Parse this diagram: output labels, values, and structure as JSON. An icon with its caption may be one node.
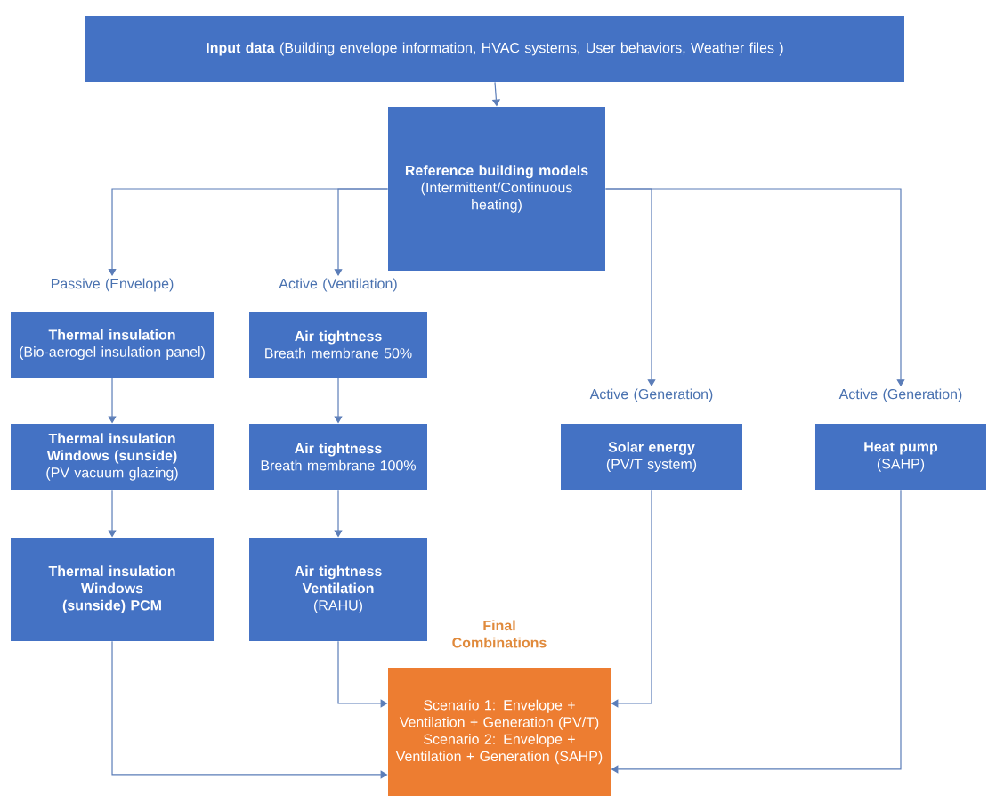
{
  "diagram": {
    "nodes": [
      {
        "text": [
          "**Input data** (Building envelope information, HVAC systems, User behaviors, Weather files )"
        ]
      },
      {
        "text": [
          "Reference building models",
          "(Intermittent/Continuous heating)"
        ]
      },
      {
        "text": [
          "Passive (Envelope)",
          "Thermal insulation",
          "(Bio-aerogel insulation panel)"
        ]
      },
      {
        "text": [
          "Active (Ventilation)",
          "Air tightness",
          "Breath membrane 50%"
        ]
      },
      {
        "text": [
          "Thermal insulation Windows (sunside)",
          "(PV vacuum glazing)"
        ]
      },
      {
        "text": [
          "Air tightness",
          "Breath membrane 100%"
        ]
      },
      {
        "text": [
          "Thermal insulation Windows (sunside) PCM"
        ]
      },
      {
        "text": [
          "Air tightness Ventilation",
          "(RAHU)"
        ]
      },
      {
        "text": [
          "Active (Generation)",
          "Solar energy",
          "(PV/T system)"
        ]
      },
      {
        "text": [
          "Active (Generation)",
          "Heat pump",
          "(SAHP)"
        ]
      },
      {
        "text": [
          "Final Combinations",
          "Scenario 1: Envelope + Ventilation + Generation (PV/T)",
          "Scenario 2: Envelope + Ventilation + Generation (SAHP)"
        ]
      }
    ],
    "edges": [
      {
        "from": 0,
        "to": 1,
        "arrow": "to"
      },
      {
        "from": 1,
        "to": 2,
        "arrow": "to"
      },
      {
        "from": 1,
        "to": 3,
        "arrow": "to"
      },
      {
        "from": 1,
        "to": 8,
        "arrow": "to"
      },
      {
        "from": 1,
        "to": 9,
        "arrow": "to"
      },
      {
        "from": 2,
        "to": 4,
        "arrow": "to"
      },
      {
        "from": 4,
        "to": 6,
        "arrow": "to"
      },
      {
        "from": 3,
        "to": 5,
        "arrow": "to"
      },
      {
        "from": 5,
        "to": 7,
        "arrow": "to"
      },
      {
        "from": 7,
        "to": 10,
        "arrow": "to"
      },
      {
        "from": 6,
        "to": 10,
        "arrow": "to"
      },
      {
        "from": 8,
        "to": 10,
        "arrow": "to"
      },
      {
        "from": 9,
        "to": 10,
        "arrow": "to"
      }
    ]
  }
}
